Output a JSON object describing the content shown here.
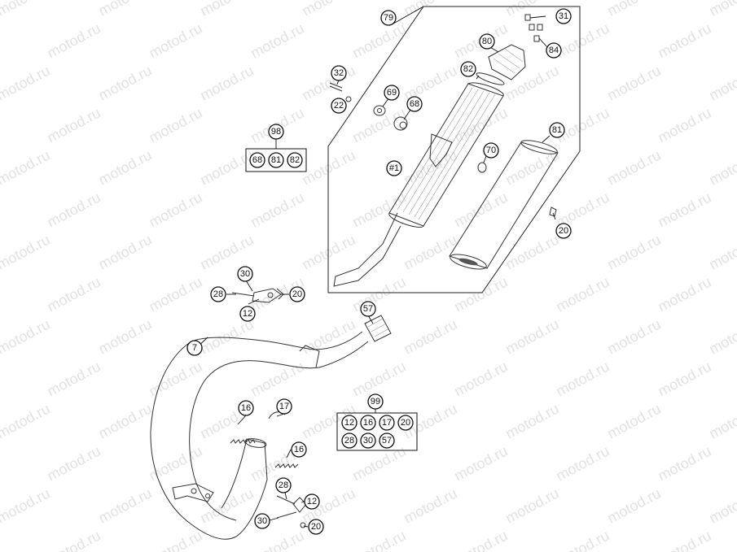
{
  "watermark": "motod.ru",
  "callouts": {
    "c79": "79",
    "c31": "31",
    "c80": "80",
    "c84": "84",
    "c82a": "82",
    "c32": "32",
    "c22": "22",
    "c69": "69",
    "c68": "68",
    "c98": "98",
    "c81": "81",
    "c70": "70",
    "c1": "#1",
    "c20a": "20",
    "c30a": "30",
    "c28a": "28",
    "c20b": "20",
    "c12a": "12",
    "c57": "57",
    "c7": "7",
    "c16a": "16",
    "c17": "17",
    "c16b": "16",
    "c28b": "28",
    "c12b": "12",
    "c30b": "30",
    "c20c": "20",
    "c99": "99"
  },
  "kit98": {
    "items": [
      "68",
      "81",
      "82"
    ]
  },
  "kit99": {
    "row1": [
      "12",
      "16",
      "17",
      "20"
    ],
    "row2": [
      "28",
      "30",
      "57"
    ]
  }
}
